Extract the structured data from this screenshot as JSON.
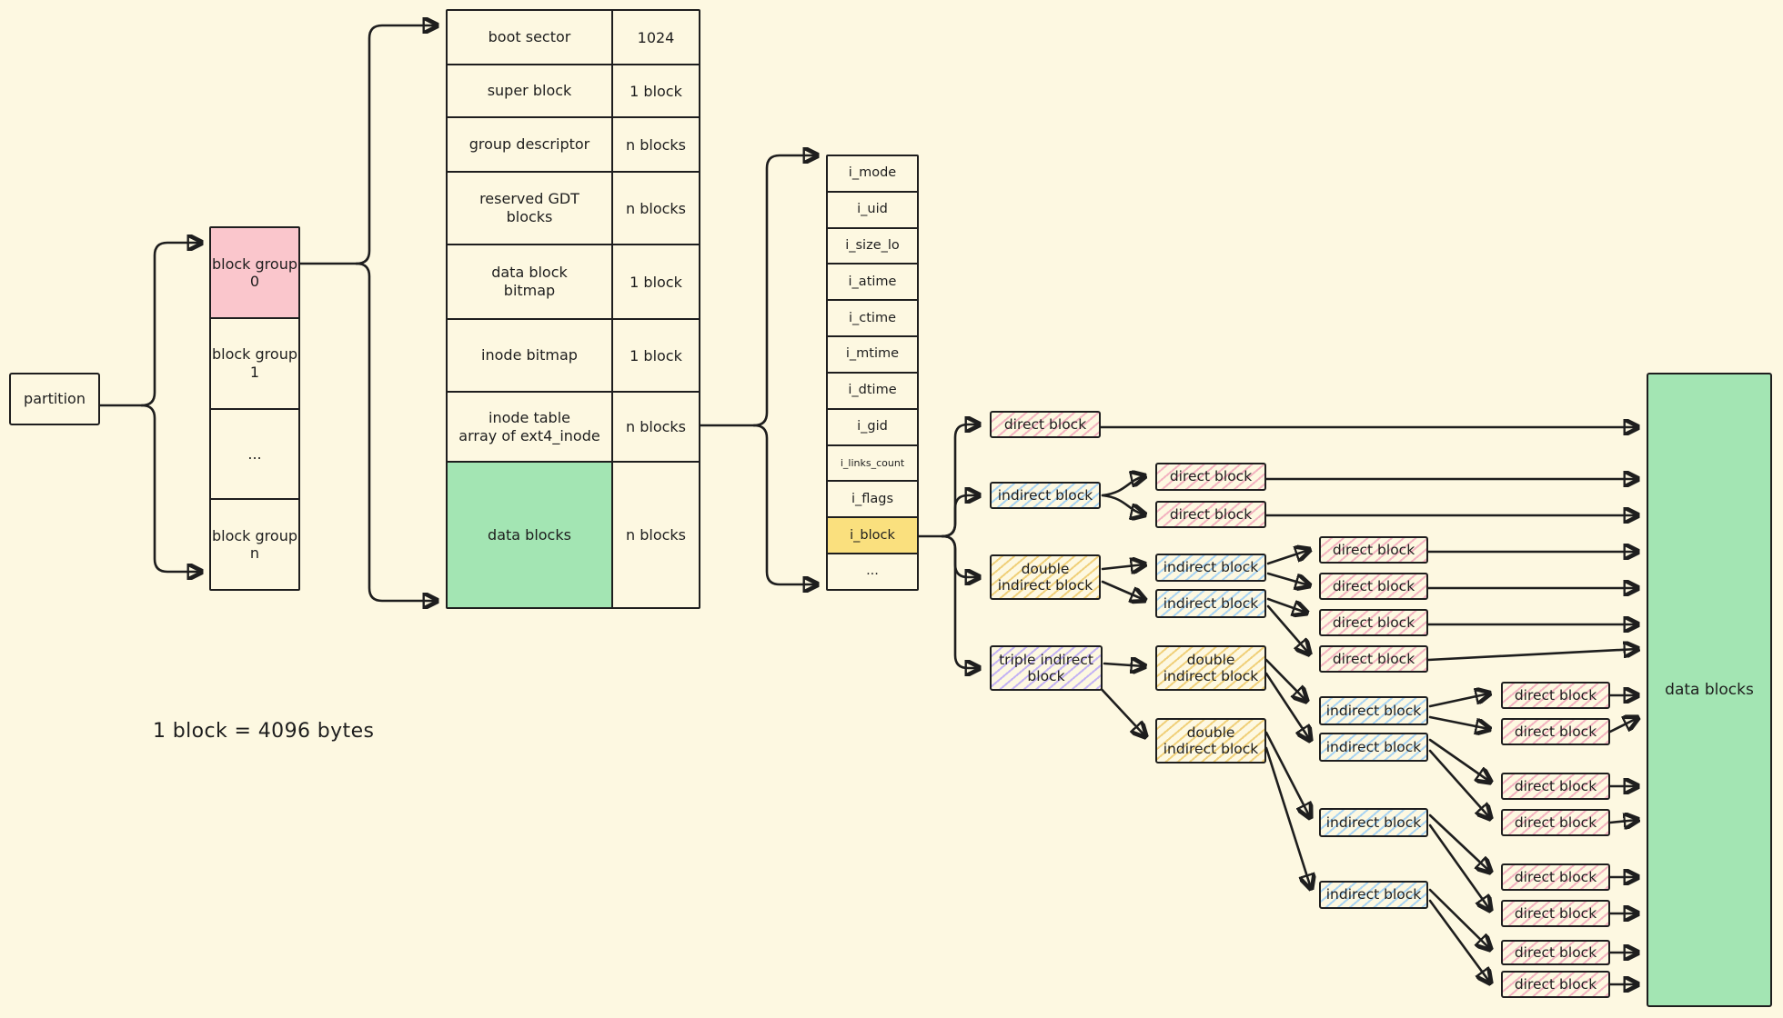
{
  "note": {
    "text": "1 block = 4096 bytes"
  },
  "partition": {
    "label": "partition"
  },
  "block_groups": {
    "items": [
      "block group\n0",
      "block group\n1",
      "...",
      "block group\nn"
    ]
  },
  "layout_table": {
    "rows": [
      {
        "name": "boot sector",
        "size": "1024"
      },
      {
        "name": "super block",
        "size": "1 block"
      },
      {
        "name": "group descriptor",
        "size": "n blocks"
      },
      {
        "name": "reserved GDT\nblocks",
        "size": "n blocks"
      },
      {
        "name": "data block\nbitmap",
        "size": "1 block"
      },
      {
        "name": "inode bitmap",
        "size": "1 block"
      },
      {
        "name": "inode table\narray of ext4_inode",
        "size": "n blocks"
      },
      {
        "name": "data blocks",
        "size": "n blocks"
      }
    ]
  },
  "inode": {
    "fields": [
      "i_mode",
      "i_uid",
      "i_size_lo",
      "i_atime",
      "i_ctime",
      "i_mtime",
      "i_dtime",
      "i_gid",
      "i_links_count",
      "i_flags",
      "i_block",
      "..."
    ]
  },
  "labels": {
    "direct": "direct block",
    "indirect": "indirect block",
    "double_indirect": "double\nindirect block",
    "triple_indirect": "triple indirect\nblock",
    "data_blocks": "data blocks"
  },
  "colors": {
    "paper": "#FDF8E1",
    "ink": "#1E1E1E",
    "pink_fill": "#FAC6CC",
    "green_fill": "#A3E5B3",
    "yellow_fill": "#FAE07E",
    "hatch_pink": "#F3B3C0",
    "hatch_blue": "#A8D3F2",
    "hatch_yellow": "#F0D07A",
    "hatch_purple": "#C3B2F3"
  }
}
